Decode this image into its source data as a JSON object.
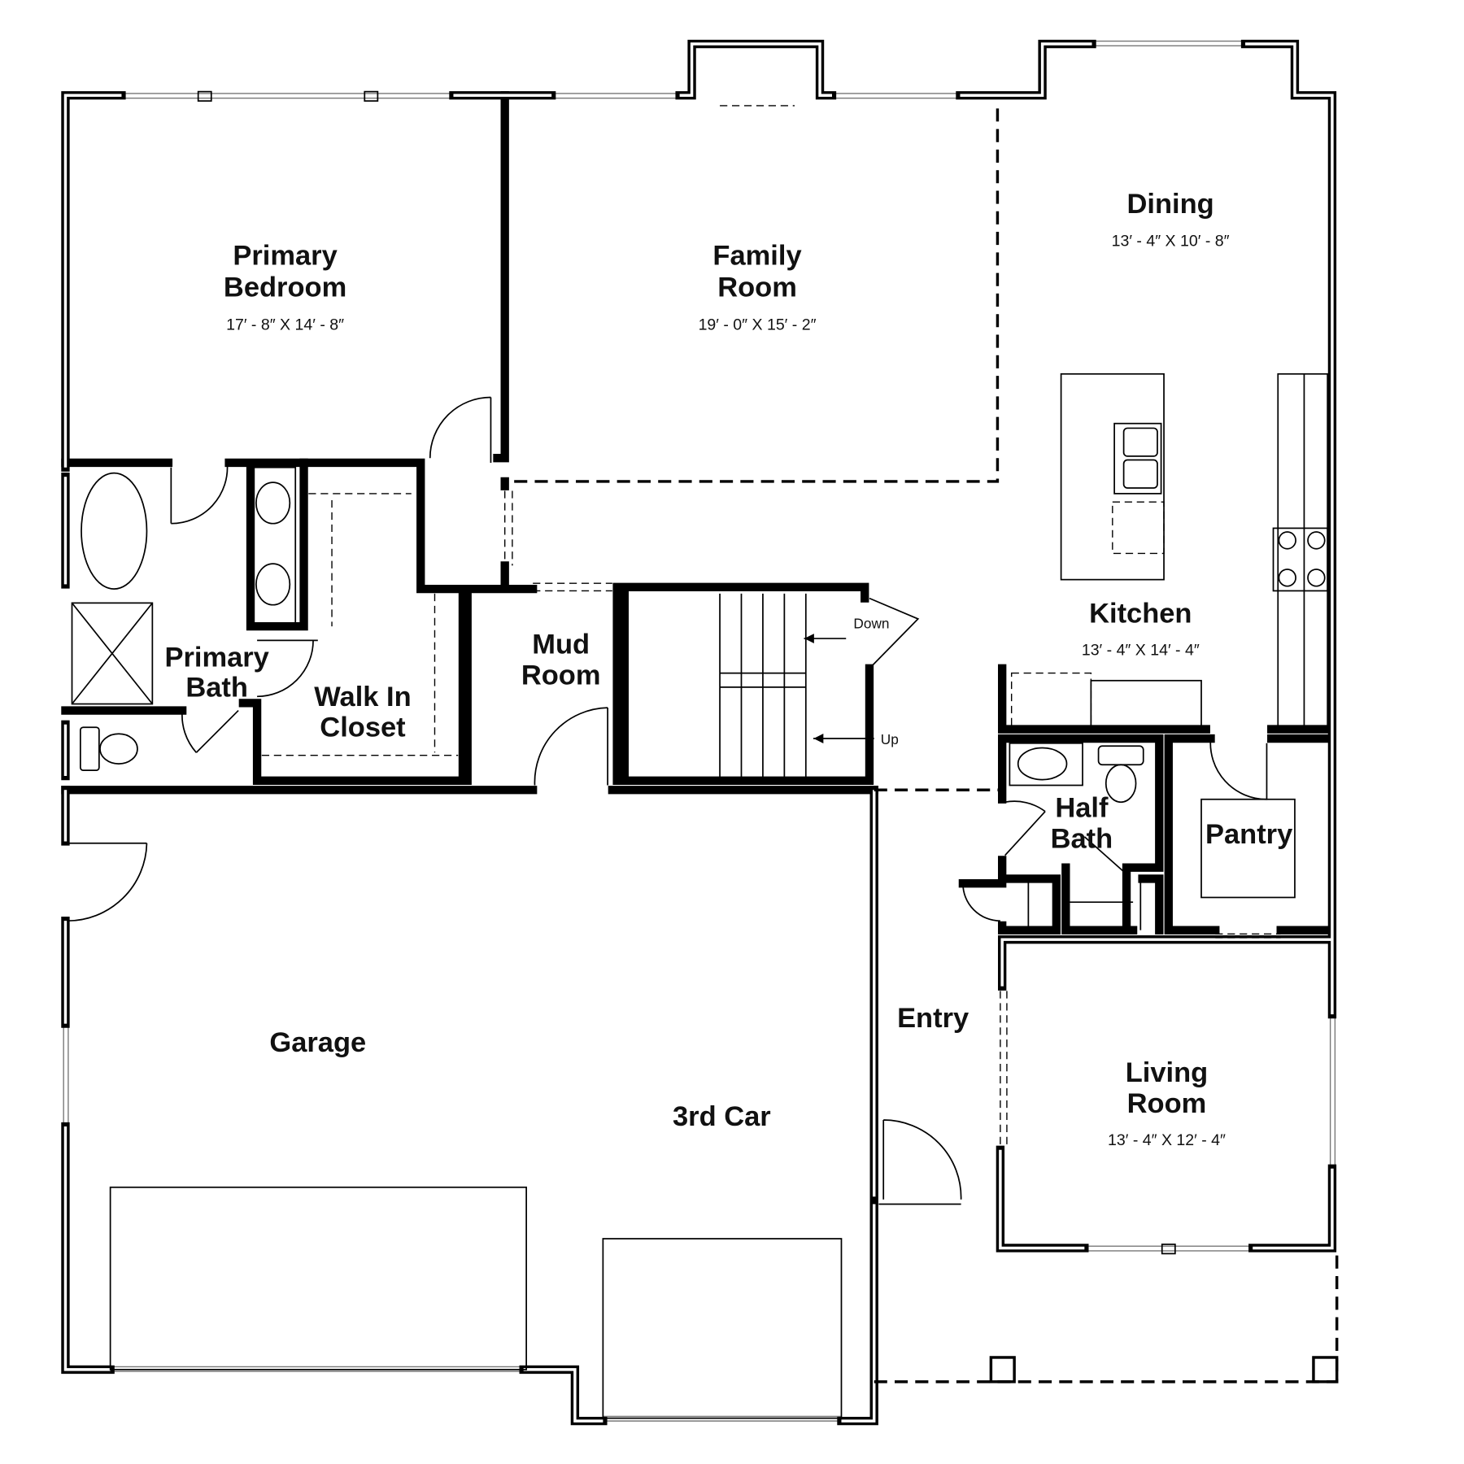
{
  "rooms": {
    "primary_bedroom": {
      "line1": "Primary",
      "line2": "Bedroom",
      "dims": "17′ - 8″  X  14′ - 8″"
    },
    "family_room": {
      "line1": "Family",
      "line2": "Room",
      "dims": "19′ - 0″  X  15′ - 2″"
    },
    "dining": {
      "name": "Dining",
      "dims": "13′ - 4″  X  10′ - 8″"
    },
    "kitchen": {
      "name": "Kitchen",
      "dims": "13′ - 4″  X  14′ - 4″"
    },
    "primary_bath": {
      "line1": "Primary",
      "line2": "Bath"
    },
    "walk_in_closet": {
      "line1": "Walk In",
      "line2": "Closet"
    },
    "mud_room": {
      "line1": "Mud",
      "line2": "Room"
    },
    "half_bath": {
      "line1": "Half",
      "line2": "Bath"
    },
    "pantry": {
      "name": "Pantry"
    },
    "entry": {
      "name": "Entry"
    },
    "living_room": {
      "line1": "Living",
      "line2": "Room",
      "dims": "13′ - 4″  X  12′ - 4″"
    },
    "garage": {
      "name": "Garage"
    },
    "third_car": {
      "name": "3rd Car"
    }
  },
  "stairs": {
    "down_label": "Down",
    "up_label": "Up"
  }
}
